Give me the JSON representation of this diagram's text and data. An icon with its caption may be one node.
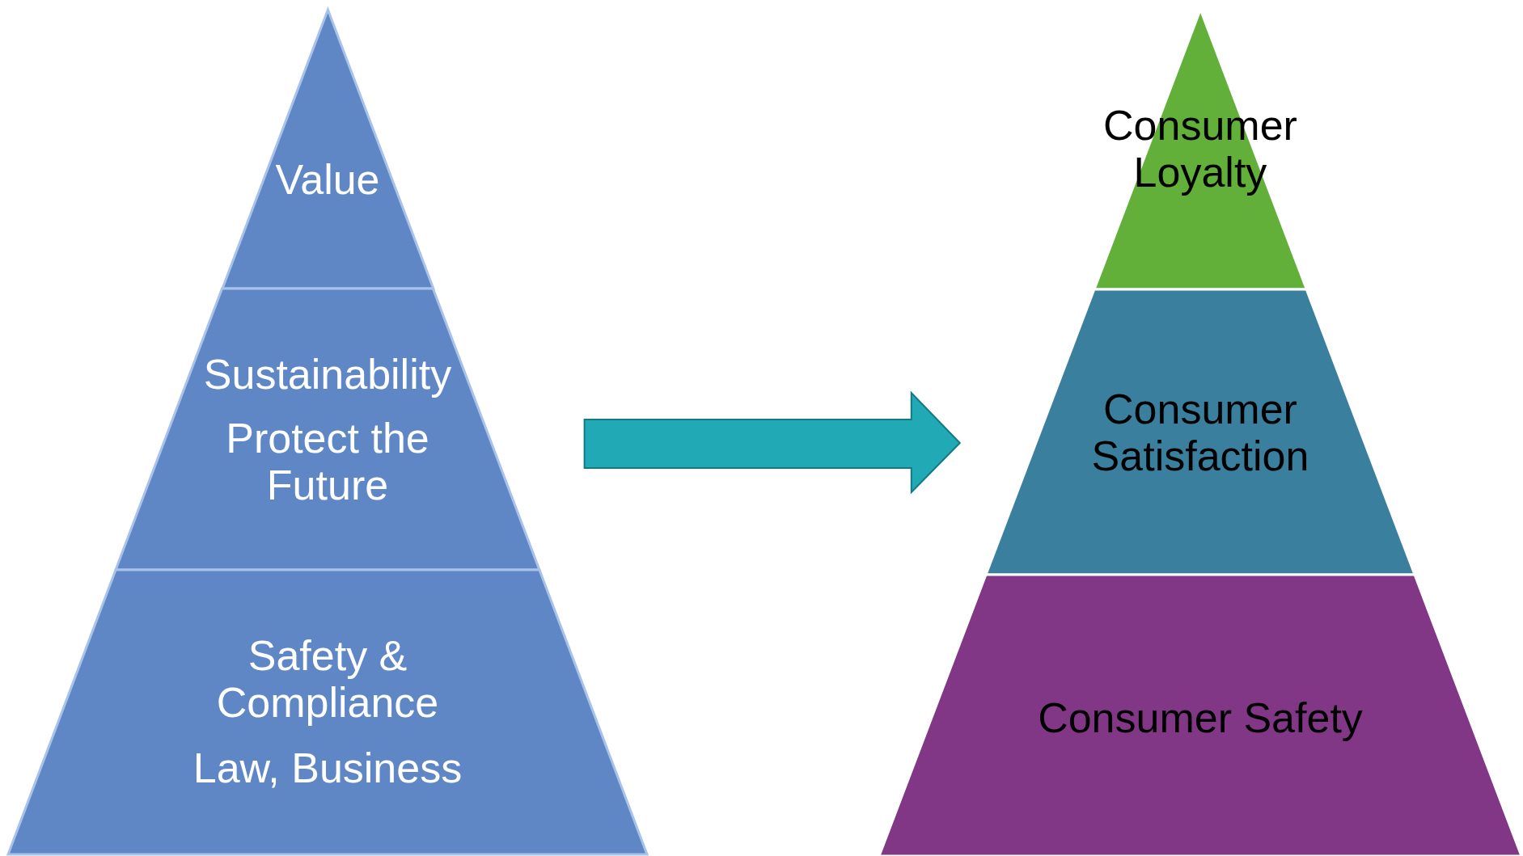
{
  "diagram": {
    "nodes": [
      {
        "text": [
          "Value"
        ]
      },
      {
        "text": [
          "Sustainability",
          "Protect the Future"
        ]
      },
      {
        "text": [
          "Safety & Compliance",
          "Law, Business"
        ]
      },
      {
        "text": [
          "Consumer Loyalty"
        ]
      },
      {
        "text": [
          "Consumer Satisfaction"
        ]
      },
      {
        "text": [
          "Consumer Safety"
        ]
      }
    ],
    "edges": [
      {
        "from": 1,
        "to": 4,
        "arrow": "to"
      }
    ]
  }
}
